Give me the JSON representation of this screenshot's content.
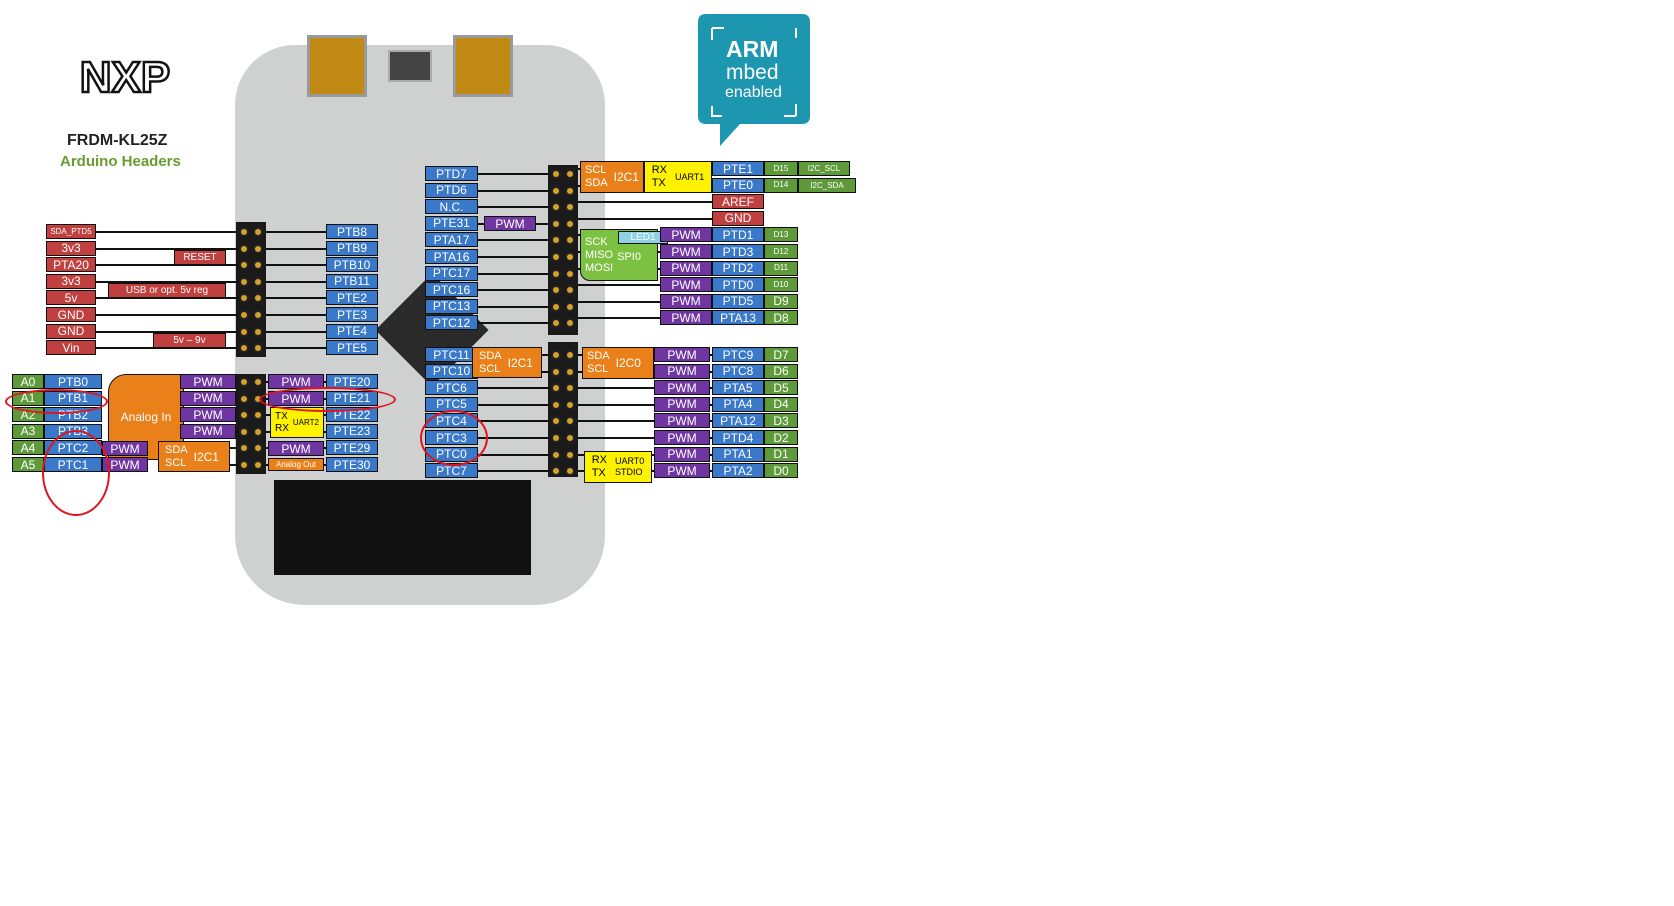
{
  "logo": {
    "brand": "NXP",
    "board_name": "FRDM-KL25Z",
    "subtitle": "Arduino Headers"
  },
  "badge": {
    "line1": "ARM",
    "line2": "mbed",
    "line3": "enabled"
  },
  "colors": {
    "pin": "#3a78c9",
    "power": "#c0403f",
    "arduino": "#5e9a3a",
    "pwm": "#6f36a1",
    "bus": "#ea8019",
    "uart": "#fff200",
    "spi": "#7dc142",
    "badge": "#1d96b0",
    "highlight": "#e0141e"
  },
  "left_power": {
    "labels": [
      "SDA_PTD5",
      "3v3",
      "PTA20",
      "3v3",
      "5v",
      "GND",
      "GND",
      "Vin"
    ],
    "notes": {
      "reset": "RESET",
      "usb": "USB or opt. 5v reg",
      "vin": "5v – 9v"
    }
  },
  "inner_left_top": [
    "PTB8",
    "PTB9",
    "PTB10",
    "PTB11",
    "PTE2",
    "PTE3",
    "PTE4",
    "PTE5"
  ],
  "analog": {
    "arduino": [
      "A0",
      "A1",
      "A2",
      "A3",
      "A4",
      "A5"
    ],
    "pins": [
      "PTB0",
      "PTB1",
      "PTB2",
      "PTB3",
      "PTC2",
      "PTC1"
    ],
    "block_label": "Analog In",
    "pwm": [
      "PWM",
      "PWM",
      "PWM",
      "PWM",
      "PWM",
      "PWM"
    ],
    "i2c_sda": "SDA",
    "i2c_scl": "SCL",
    "i2c_label": "I2C1"
  },
  "inner_left_bottom": {
    "pwm": [
      "PWM",
      "PWM",
      "PWM"
    ],
    "pins": [
      "PTE20",
      "PTE21",
      "PTE22",
      "PTE23",
      "PTE29",
      "PTE30"
    ],
    "uart_tx": "TX",
    "uart_rx": "RX",
    "uart_label": "UART2",
    "analog_out": "Analog Out"
  },
  "center_top": {
    "pins": [
      "PTD7",
      "PTD6",
      "N.C.",
      "PTE31",
      "PTA17",
      "PTA16",
      "PTC17",
      "PTC16",
      "PTC13",
      "PTC12"
    ],
    "pwm": "PWM"
  },
  "center_bottom": {
    "pins": [
      "PTC11",
      "PTC10",
      "PTC6",
      "PTC5",
      "PTC4",
      "PTC3",
      "PTC0",
      "PTC7"
    ],
    "i2c_sda": "SDA",
    "i2c_scl": "SCL",
    "i2c_label": "I2C1"
  },
  "right_top": {
    "i2c_scl": "SCL",
    "i2c_sda": "SDA",
    "i2c_label": "I2C1",
    "uart_rx": "RX",
    "uart_tx": "TX",
    "uart_label": "UART1",
    "spi_sck": "SCK",
    "spi_miso": "MISO",
    "spi_mosi": "MOSI",
    "spi_label": "SPI0",
    "led": "LED1",
    "pwm": [
      "PWM",
      "PWM",
      "PWM",
      "PWM",
      "PWM",
      "PWM"
    ],
    "pins": [
      "PTE1",
      "PTE0",
      "AREF",
      "GND",
      "PTD1",
      "PTD3",
      "PTD2",
      "PTD0",
      "PTD5",
      "PTA13"
    ],
    "arduino": [
      "D15",
      "D14",
      "D13",
      "D12",
      "D11",
      "D10",
      "D9",
      "D8"
    ],
    "extras": [
      "I2C_SCL",
      "I2C_SDA"
    ]
  },
  "right_bottom": {
    "i2c_sda": "SDA",
    "i2c_scl": "SCL",
    "i2c_label": "I2C0",
    "uart_rx": "RX",
    "uart_tx": "TX",
    "uart_label": "UART0",
    "stdio_label": "STDIO",
    "pwm": [
      "PWM",
      "PWM",
      "PWM",
      "PWM",
      "PWM",
      "PWM",
      "PWM",
      "PWM"
    ],
    "pins": [
      "PTC9",
      "PTC8",
      "PTA5",
      "PTA4",
      "PTA12",
      "PTD4",
      "PTA1",
      "PTA2"
    ],
    "arduino": [
      "D7",
      "D6",
      "D5",
      "D4",
      "D3",
      "D2",
      "D1",
      "D0"
    ]
  }
}
